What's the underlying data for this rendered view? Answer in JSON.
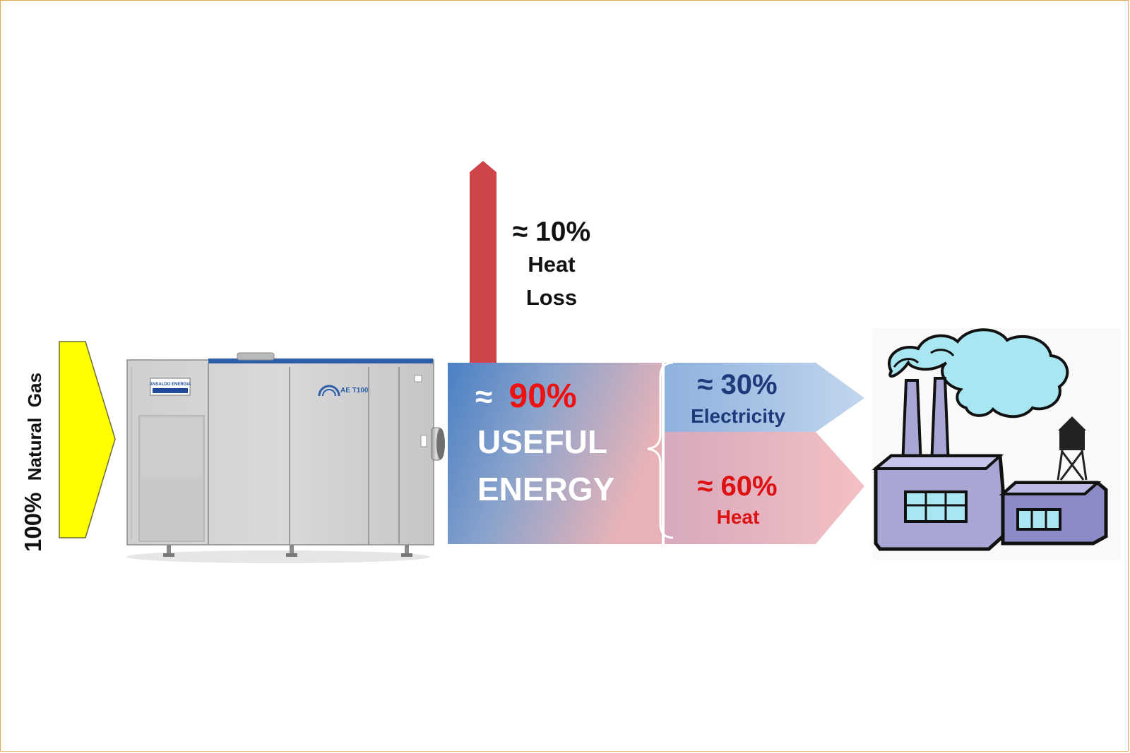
{
  "input": {
    "percent": "100%",
    "label": "Natural  Gas"
  },
  "turbine": {
    "brand_badge": "ANSALDO ENERGIA",
    "model_badge": "AE T100"
  },
  "heat_loss": {
    "percent": "≈ 10%",
    "line1": "Heat",
    "line2": "Loss"
  },
  "useful": {
    "approx": "≈",
    "percent": "90%",
    "line1": "USEFUL",
    "line2": "ENERGY"
  },
  "electricity": {
    "percent": "≈ 30%",
    "label": "Electricity"
  },
  "heat": {
    "percent": "≈ 60%",
    "label": "Heat"
  },
  "colors": {
    "input_arrow": "#ffff00",
    "loss_arrow": "#cf4448",
    "useful_blue": "#4f86c6",
    "useful_red": "#eab5b8",
    "electricity_text": "#1f3a7a",
    "heat_text": "#dd1111",
    "accent_red": "#ee1111",
    "frame": "#e8a64a"
  }
}
